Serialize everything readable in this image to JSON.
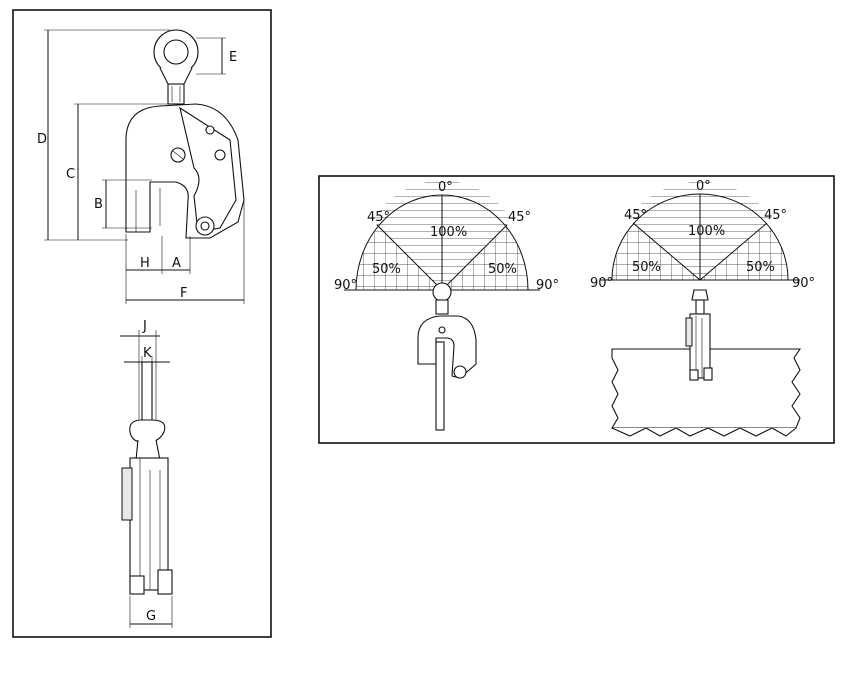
{
  "dimension_labels": {
    "a": "A",
    "b": "B",
    "c": "C",
    "d": "D",
    "e": "E",
    "f": "F",
    "g": "G",
    "h": "H",
    "j": "J",
    "k": "K"
  },
  "angle_diagram_left": {
    "top": "0°",
    "left45": "45°",
    "right45": "45°",
    "left90": "90°",
    "right90": "90°",
    "center_pct": "100%",
    "left_pct": "50%",
    "right_pct": "50%"
  },
  "angle_diagram_right": {
    "top": "0°",
    "left45": "45°",
    "right45": "45°",
    "left90": "90°",
    "right90": "90°",
    "center_pct": "100%",
    "left_pct": "50%",
    "right_pct": "50%"
  }
}
